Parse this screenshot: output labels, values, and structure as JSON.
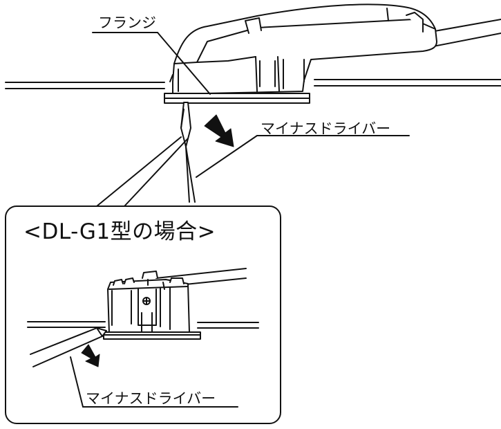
{
  "labels": {
    "flange": "フランジ",
    "driver_top": "マイナスドライバー",
    "inset_title": "<DL-G1型の場合>",
    "driver_inset": "マイナスドライバー"
  }
}
